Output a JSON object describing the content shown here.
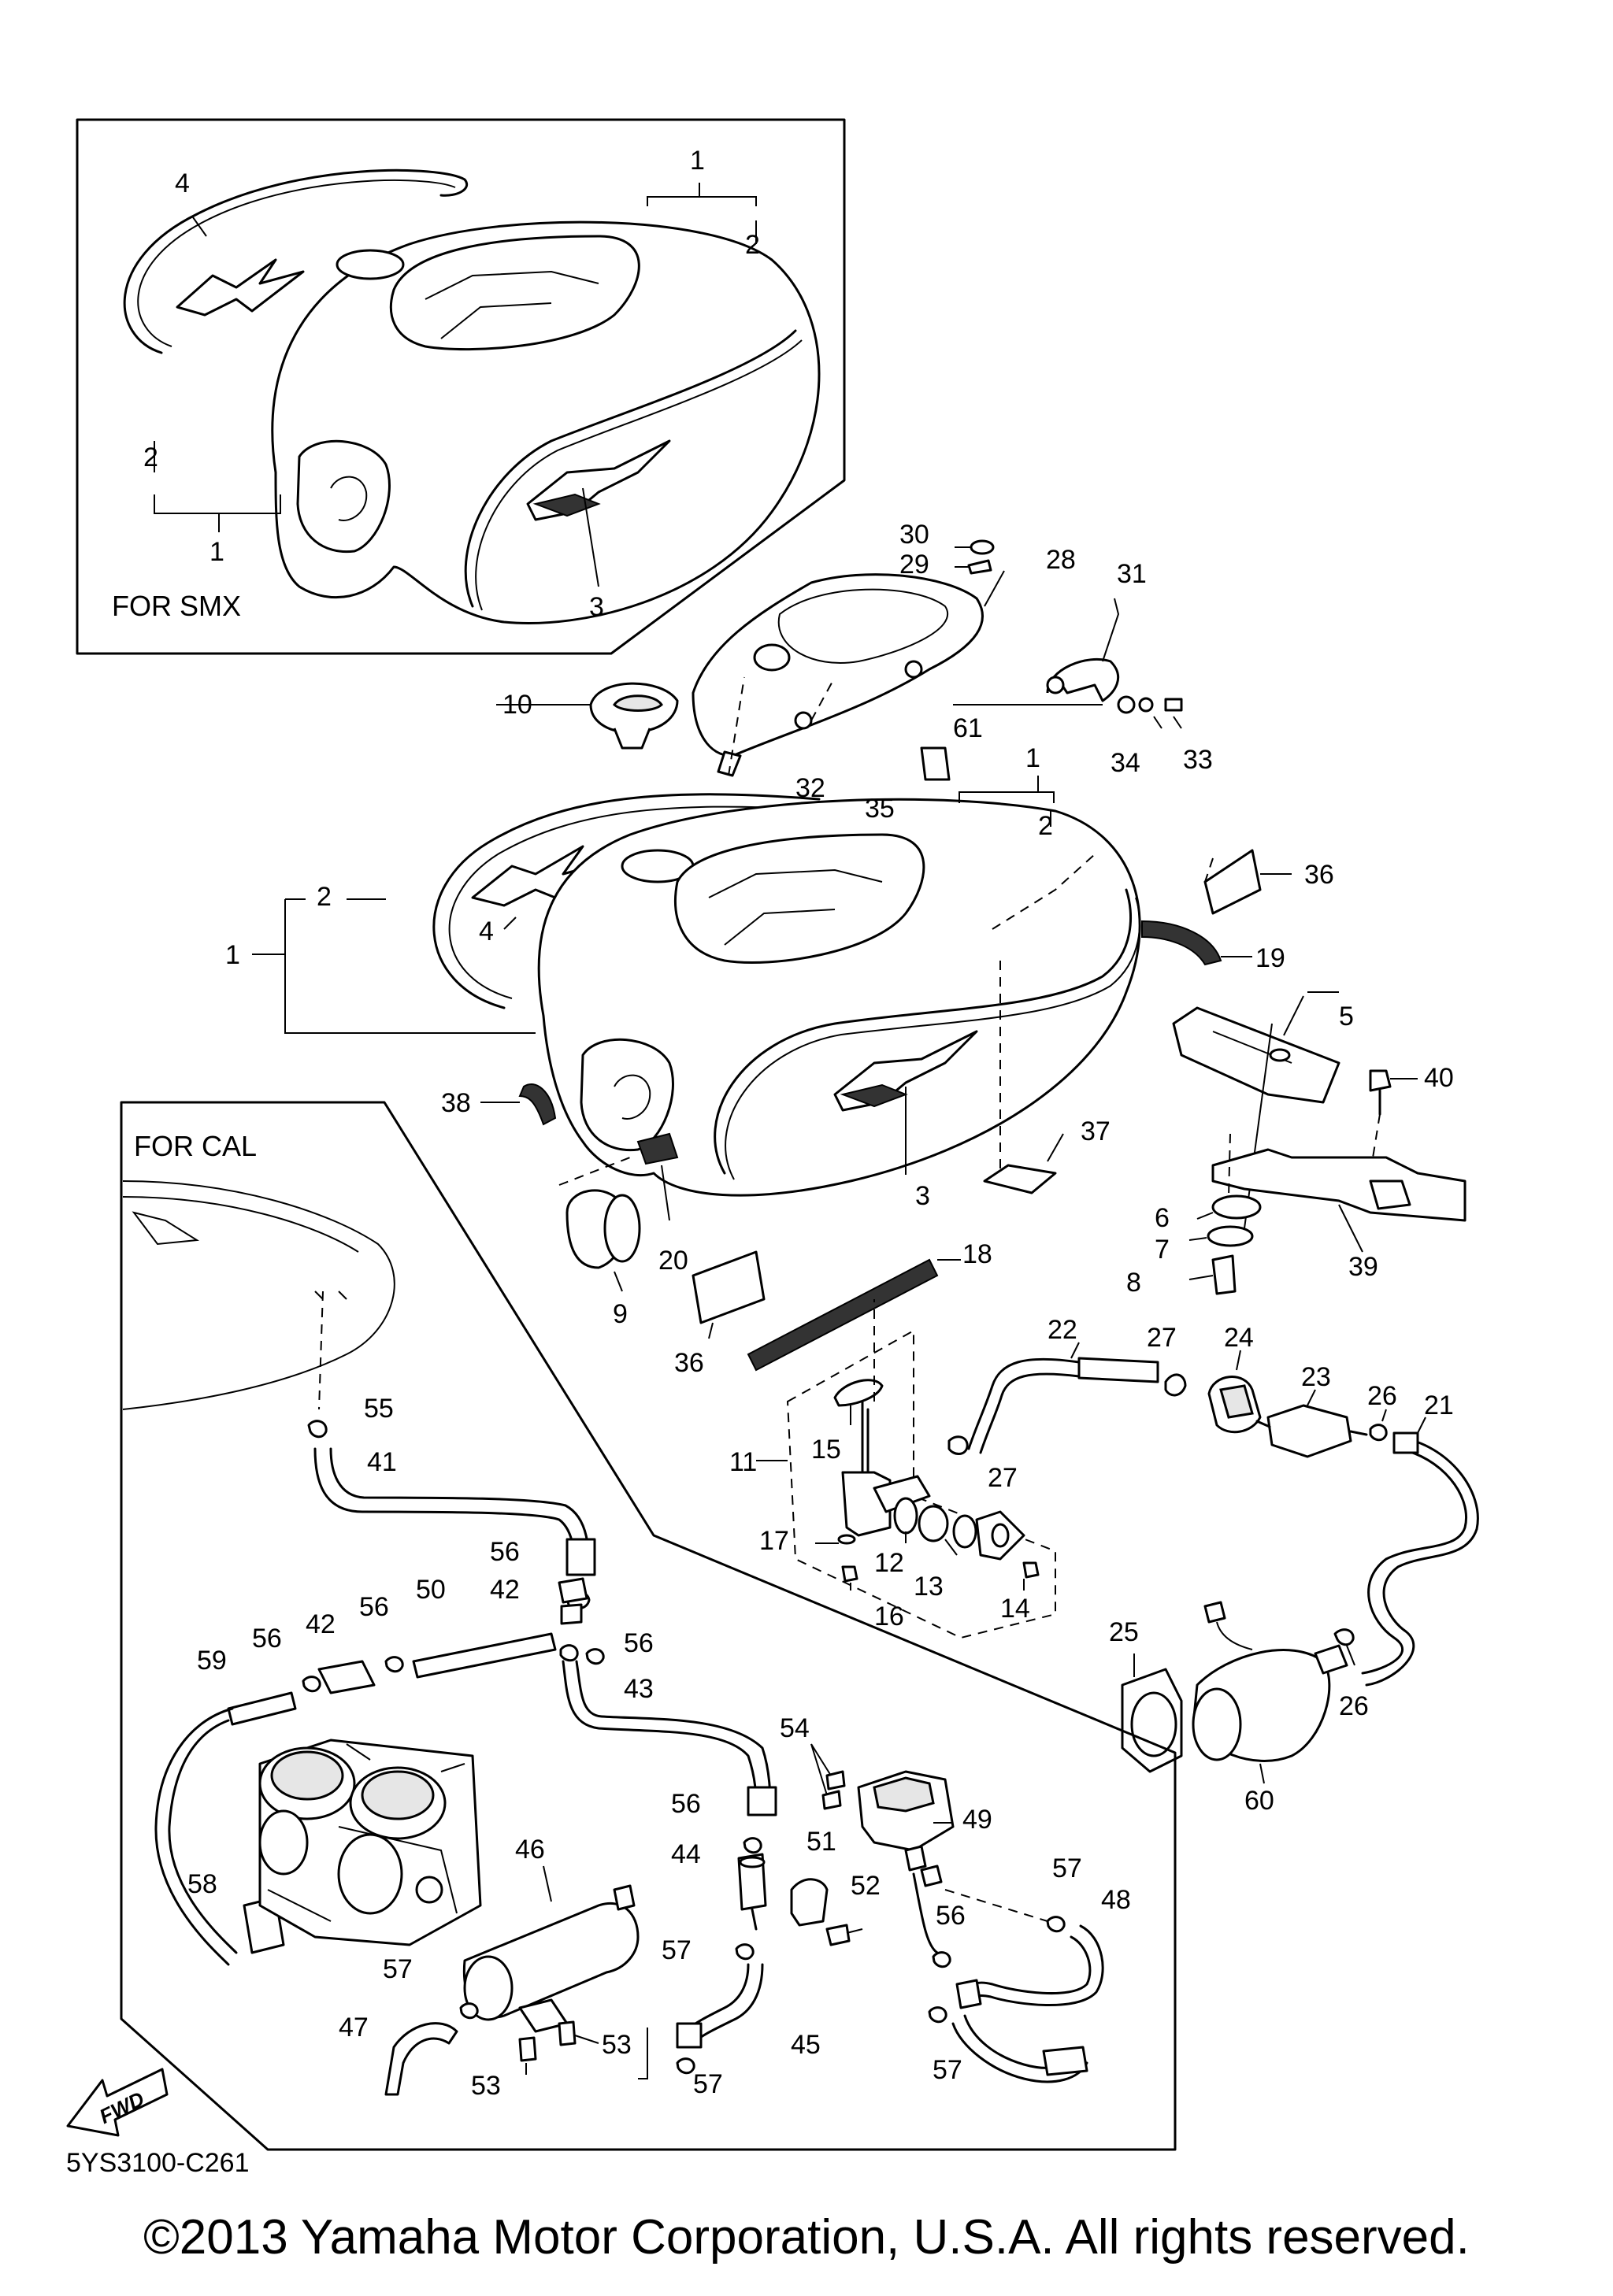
{
  "boxes": {
    "smx": "FOR SMX",
    "cal": "FOR CAL"
  },
  "reference_code": "5YS3100-C261",
  "copyright": "©2013 Yamaha Motor Corporation, U.S.A. All rights reserved.",
  "fwd_label": "FWD",
  "callouts": [
    "1",
    "2",
    "3",
    "4",
    "5",
    "6",
    "7",
    "8",
    "9",
    "10",
    "11",
    "12",
    "13",
    "14",
    "15",
    "16",
    "17",
    "18",
    "19",
    "20",
    "21",
    "22",
    "23",
    "24",
    "25",
    "26",
    "27",
    "28",
    "29",
    "30",
    "31",
    "32",
    "33",
    "34",
    "35",
    "36",
    "37",
    "38",
    "39",
    "40",
    "41",
    "42",
    "43",
    "44",
    "45",
    "46",
    "47",
    "48",
    "49",
    "50",
    "51",
    "52",
    "53",
    "54",
    "55",
    "56",
    "57",
    "58",
    "59",
    "60",
    "61"
  ],
  "colors": {
    "ink": "#000000",
    "background": "#ffffff"
  }
}
